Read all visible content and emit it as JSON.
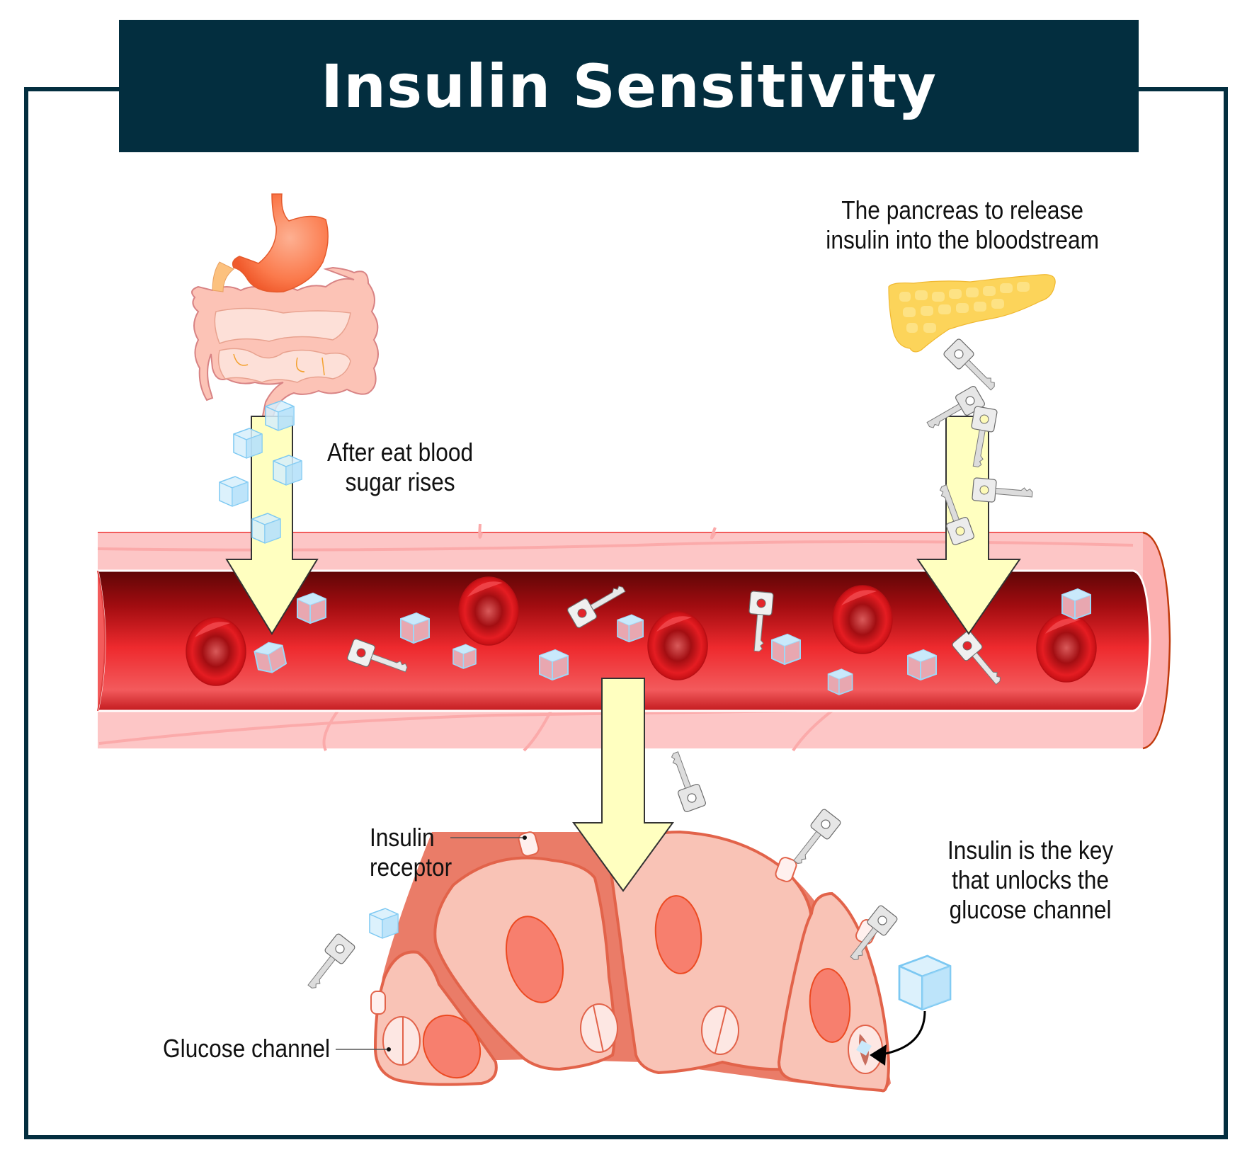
{
  "title": "Insulin Sensitivity",
  "labels": {
    "digestion": [
      "After eat blood",
      "sugar rises"
    ],
    "pancreas": [
      "The pancreas to release",
      "insulin into the bloodstream"
    ],
    "insulin_receptor": [
      "Insulin",
      "receptor"
    ],
    "glucose_channel": "Glucose channel",
    "key_note": [
      "Insulin is the key",
      "that unlocks the",
      "glucose channel"
    ]
  },
  "colors": {
    "frame": "#032e3f",
    "arrow_fill": "#ffffc0",
    "blood": "#e8202a",
    "vessel_wall": "#fdc6c6",
    "cell": "#f9c3b6",
    "cell_outline": "#e2634a",
    "nucleus": "#f77f6e",
    "pancreas": "#fcd45a",
    "stomach": "#fb7a4c",
    "intestine": "#fcc3b6",
    "glucose_cube": "#bfe6fb",
    "key": "#e3e3e3"
  },
  "icons": [
    "stomach-icon",
    "intestine-icon",
    "pancreas-icon",
    "glucose-cube-icon",
    "insulin-key-icon",
    "red-blood-cell-icon",
    "down-arrow-icon"
  ]
}
